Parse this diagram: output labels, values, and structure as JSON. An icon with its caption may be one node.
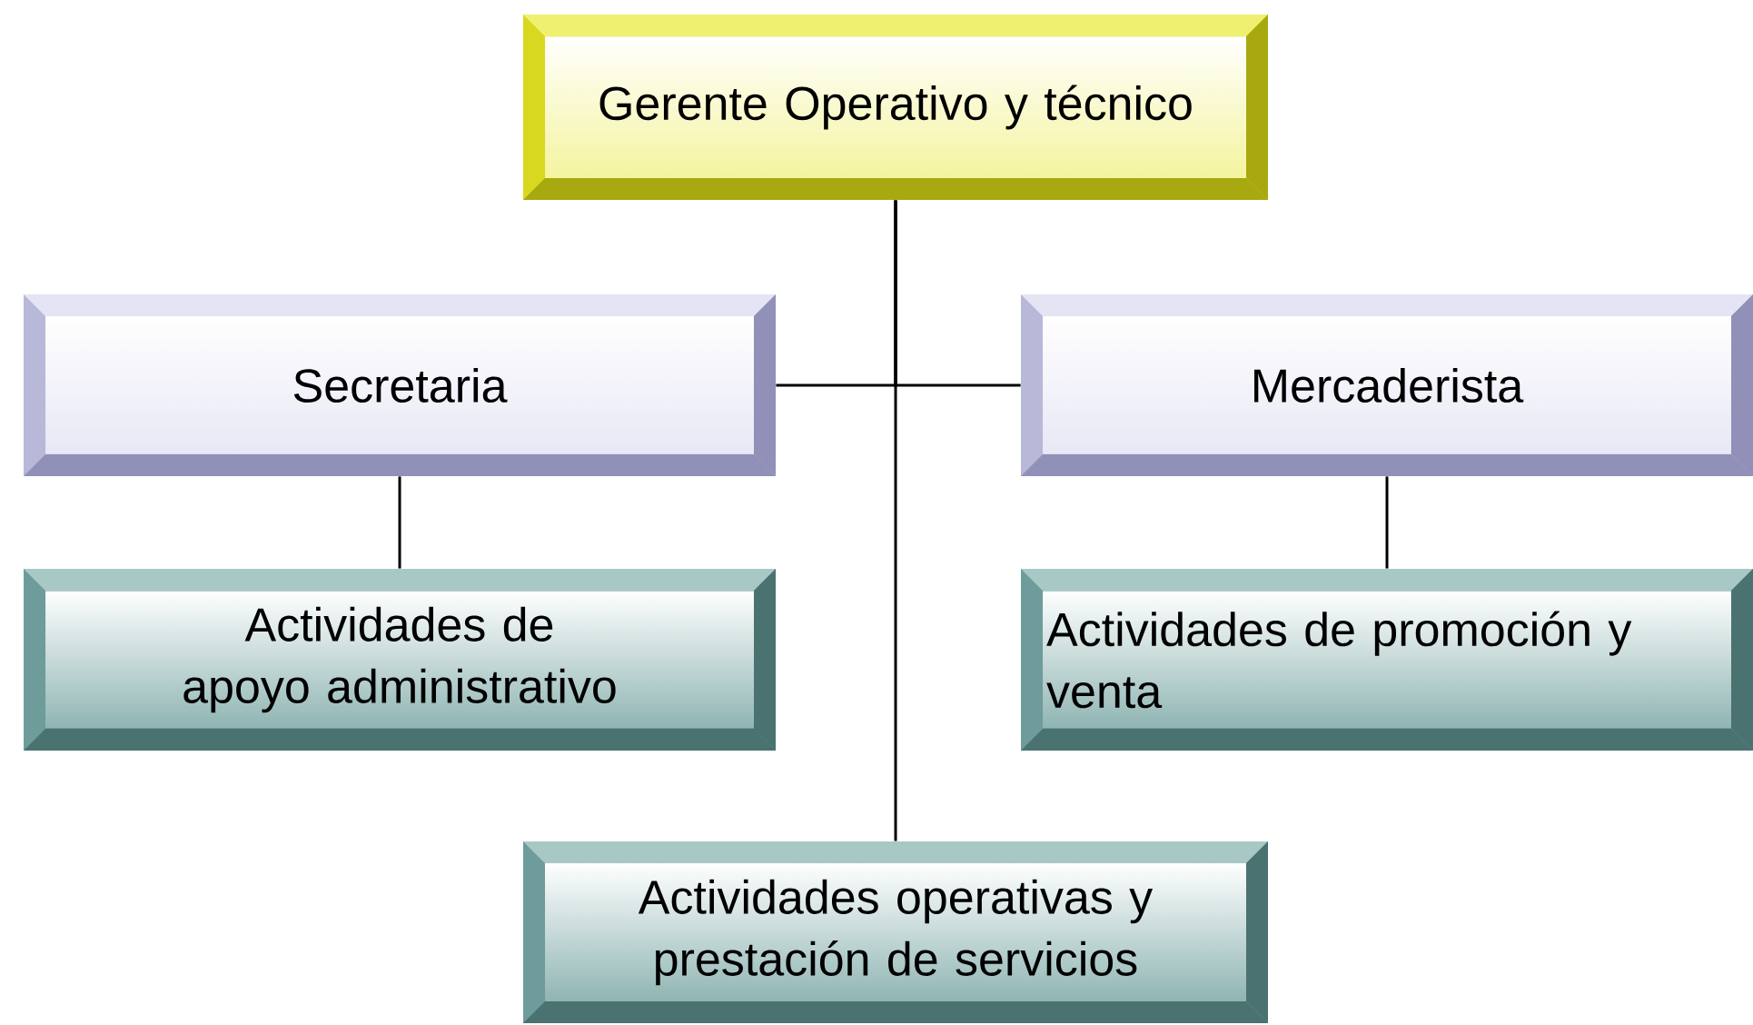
{
  "diagram": {
    "nodes": [
      {
        "text": [
          "Gerente Operativo y técnico"
        ]
      },
      {
        "text": [
          "Secretaria"
        ]
      },
      {
        "text": [
          "Mercaderista"
        ]
      },
      {
        "text": [
          "Actividades de apoyo administrativo"
        ]
      },
      {
        "text": [
          "Actividades de promoción y venta"
        ]
      },
      {
        "text": [
          "Actividades operativas y prestación de servicios"
        ]
      }
    ],
    "edges": [
      {
        "from": 0,
        "to": 1,
        "arrow": "none"
      },
      {
        "from": 0,
        "to": 2,
        "arrow": "none"
      },
      {
        "from": 0,
        "to": 5,
        "arrow": "none"
      },
      {
        "from": 1,
        "to": 3,
        "arrow": "none"
      },
      {
        "from": 2,
        "to": 4,
        "arrow": "none"
      }
    ]
  }
}
